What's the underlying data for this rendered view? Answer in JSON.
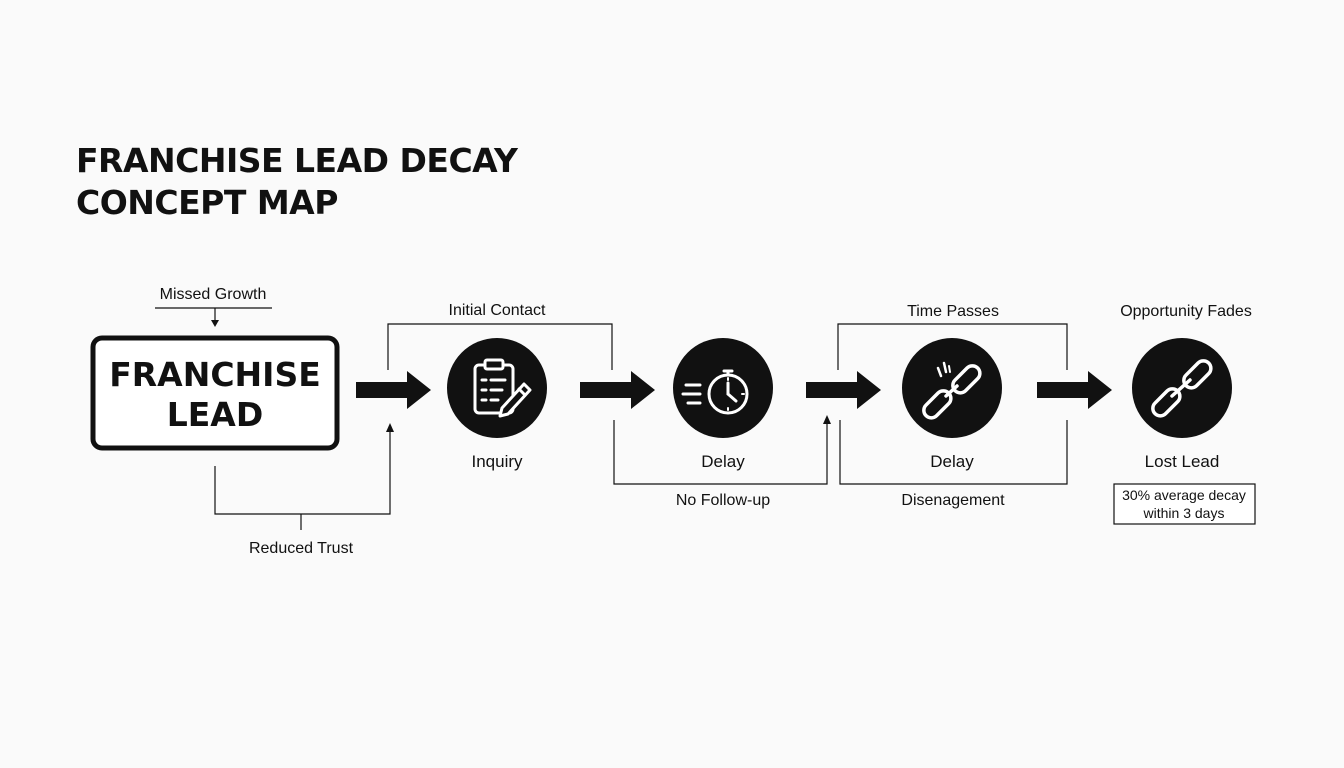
{
  "title": {
    "line1": "FRANCHISE LEAD DECAY",
    "line2": "CONCEPT MAP"
  },
  "start_node": {
    "line1": "FRANCHISE",
    "line2": "LEAD",
    "top_label": "Missed Growth",
    "bottom_label": "Reduced Trust"
  },
  "nodes": [
    {
      "label": "Inquiry",
      "icon": "clipboard-pencil-icon"
    },
    {
      "label": "Delay",
      "icon": "stopwatch-icon"
    },
    {
      "label": "Delay",
      "icon": "broken-chain-icon"
    },
    {
      "label": "Lost Lead",
      "icon": "chain-link-icon"
    }
  ],
  "connector_labels": {
    "initial_contact": "Initial Contact",
    "no_follow_up": "No Follow-up",
    "time_passes": "Time Passes",
    "disengagement": "Disenagement",
    "opportunity_fades": "Opportunity Fades"
  },
  "note": {
    "line1": "30% average decay",
    "line2": "within 3 days"
  },
  "colors": {
    "background": "#fafafa",
    "ink": "#111111",
    "icon_fill": "#ffffff"
  }
}
